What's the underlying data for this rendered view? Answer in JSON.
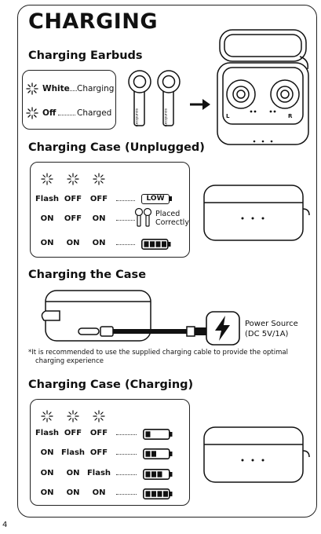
{
  "title": "CHARGING",
  "page_number": "4",
  "sections": {
    "earbuds": {
      "heading": "Charging Earbuds",
      "rows": [
        {
          "state": "White",
          "meaning": "Charging"
        },
        {
          "state": "Off",
          "meaning": "Charged"
        }
      ],
      "bud_label": "soundcore",
      "case_left": "L",
      "case_right": "R"
    },
    "unplugged": {
      "heading": "Charging Case (Unplugged)",
      "rows": [
        {
          "leds": [
            "Flash",
            "OFF",
            "OFF"
          ],
          "indicator": "LOW",
          "battery_bars": 0
        },
        {
          "leds": [
            "ON",
            "OFF",
            "ON"
          ],
          "indicator": "Placed Correctly",
          "indicator_line1": "Placed",
          "indicator_line2": "Correctly"
        },
        {
          "leds": [
            "ON",
            "ON",
            "ON"
          ],
          "battery_bars": 4
        }
      ]
    },
    "case": {
      "heading": "Charging the Case",
      "power_line1": "Power Source",
      "power_line2": "(DC 5V/1A)",
      "note_line1": "*It is recommended to use the supplied charging cable to provide the optimal",
      "note_line2": "charging experience"
    },
    "charging": {
      "heading": "Charging Case (Charging)",
      "rows": [
        {
          "leds": [
            "Flash",
            "OFF",
            "OFF"
          ],
          "battery_bars": 1
        },
        {
          "leds": [
            "ON",
            "Flash",
            "OFF"
          ],
          "battery_bars": 2
        },
        {
          "leds": [
            "ON",
            "ON",
            "Flash"
          ],
          "battery_bars": 3
        },
        {
          "leds": [
            "ON",
            "ON",
            "ON"
          ],
          "battery_bars": 4
        }
      ]
    }
  }
}
